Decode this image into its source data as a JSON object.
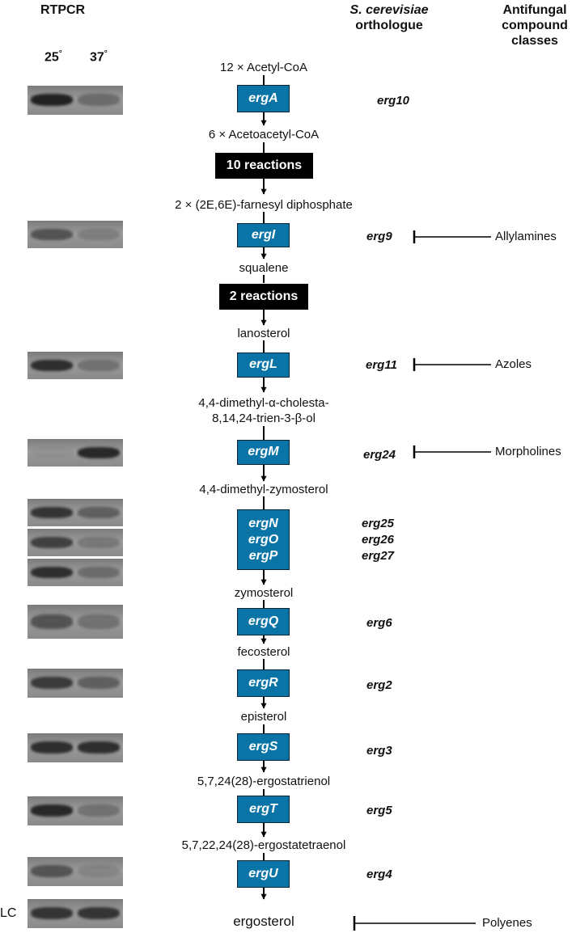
{
  "headers": {
    "rtpcr": "RTPCR",
    "orthologue_line1": "S. cerevisiae",
    "orthologue_line2": "orthologue",
    "antifungal_line1": "Antifungal",
    "antifungal_line2": "compound",
    "antifungal_line3": "classes",
    "temp_25": "25",
    "temp_37": "37",
    "degree": "°"
  },
  "metabolites": {
    "acetyl_coa": "12 × Acetyl-CoA",
    "acetoacetyl_coa": "6 × Acetoacetyl-CoA",
    "farnesyl": "2 × (2E,6E)-farnesyl diphosphate",
    "squalene": "squalene",
    "lanosterol": "lanosterol",
    "dimethyl_line1": "4,4-dimethyl-α-cholesta-",
    "dimethyl_line2": "8,14,24-trien-3-β-ol",
    "dimethyl_zymosterol": "4,4-dimethyl-zymosterol",
    "zymosterol": "zymosterol",
    "fecosterol": "fecosterol",
    "episterol": "episterol",
    "ergostatrienol": "5,7,24(28)-ergostatrienol",
    "ergostatetraenol": "5,7,22,24(28)-ergostatetraenol",
    "ergosterol": "ergosterol"
  },
  "reactions": {
    "ten": "10 reactions",
    "two": "2 reactions"
  },
  "enzymes": {
    "ergA": "ergA",
    "ergI": "ergI",
    "ergL": "ergL",
    "ergM": "ergM",
    "ergN": "ergN",
    "ergO": "ergO",
    "ergP": "ergP",
    "ergQ": "ergQ",
    "ergR": "ergR",
    "ergS": "ergS",
    "ergT": "ergT",
    "ergU": "ergU"
  },
  "orthologues": {
    "erg10": "erg10",
    "erg9": "erg9",
    "erg11": "erg11",
    "erg24": "erg24",
    "erg25": "erg25",
    "erg26": "erg26",
    "erg27": "erg27",
    "erg6": "erg6",
    "erg2": "erg2",
    "erg3": "erg3",
    "erg5": "erg5",
    "erg4": "erg4"
  },
  "antifungals": {
    "allylamines": "Allylamines",
    "azoles": "Azoles",
    "morpholines": "Morpholines",
    "polyenes": "Polyenes"
  },
  "loading_control": "LC",
  "colors": {
    "enzyme_fill": "#0a74a6",
    "reaction_fill": "#000000",
    "gel_background": "#8c8c8c",
    "band": "#1c1c1c"
  },
  "gel_bands": [
    {
      "gene": "erg10",
      "intensity_25": 0.95,
      "intensity_37": 0.35
    },
    {
      "gene": "erg9",
      "intensity_25": 0.55,
      "intensity_37": 0.2
    },
    {
      "gene": "erg11",
      "intensity_25": 0.85,
      "intensity_37": 0.3
    },
    {
      "gene": "erg24",
      "intensity_25": 0.05,
      "intensity_37": 0.9
    },
    {
      "gene": "erg25",
      "intensity_25": 0.8,
      "intensity_37": 0.45
    },
    {
      "gene": "erg26",
      "intensity_25": 0.7,
      "intensity_37": 0.25
    },
    {
      "gene": "erg27",
      "intensity_25": 0.85,
      "intensity_37": 0.35
    },
    {
      "gene": "erg6",
      "intensity_25": 0.55,
      "intensity_37": 0.3
    },
    {
      "gene": "erg2",
      "intensity_25": 0.75,
      "intensity_37": 0.45
    },
    {
      "gene": "erg3",
      "intensity_25": 0.85,
      "intensity_37": 0.85
    },
    {
      "gene": "erg5",
      "intensity_25": 0.9,
      "intensity_37": 0.3
    },
    {
      "gene": "erg4",
      "intensity_25": 0.55,
      "intensity_37": 0.15
    },
    {
      "gene": "LC",
      "intensity_25": 0.8,
      "intensity_37": 0.8
    }
  ]
}
